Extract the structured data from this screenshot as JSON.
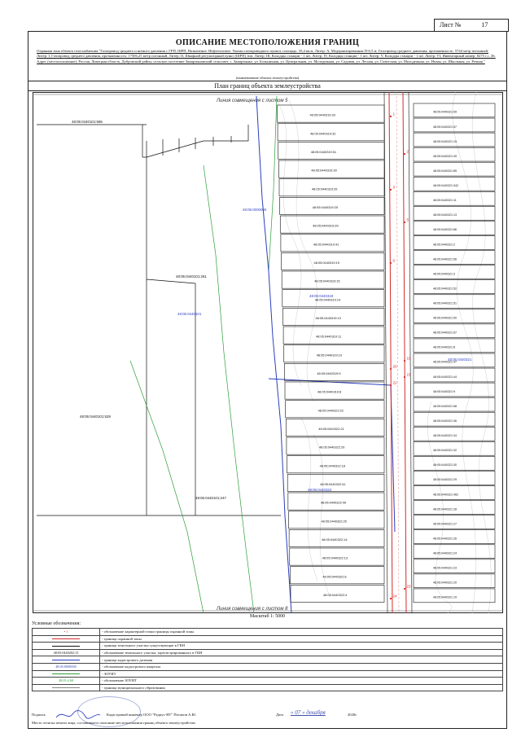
{
  "sheet": {
    "label": "Лист №",
    "number": "17"
  },
  "header": {
    "title": "ОПИСАНИЕ МЕСТОПОЛОЖЕНИЯ ГРАНИЦ",
    "description": "Охранная зона объекта газоснабжения \"Газопровод среднего и низкого давления с ГРП, ШРП, Назначение: Нефтегазовое. Указан газопроводного пункта, площадь: 35,4 кв.м, Литер: А, Модернизированная П-6,5 м; Газопровод среднего давления, протяженность: 5744 метр погонный, Литер: I, Газопровод среднего давления, протяженность: 17506,25 метр погонный, Литер: II, Шкафной регуляторный пункт (ШРП) тип: Литер: III, Колодцы станции - 1 шт. Литер: IV, Колодцы станции - 1 шт. Литер: V, Колодцы станции - 1 шт. Литер: VI, Инвентарный номер: 8275 г.с. 36. Адрес (местоположение): Россия, Липецкая область, Добровский район, сельское поселение Замартыновский сельсовет, с. Замартынье, ул. Больничная, ул. Центральная, ул. Молодежная, ул. Садовая, ул. Лесная, ул. Советская, ул. Молодежная, ул. Новая, ул. Школьная, ул. Речная \"",
    "caption": "(наименование объекта землеустройства)"
  },
  "plan": {
    "title": "План границ объекта землеустройства",
    "top_note": "Линия совмещения с листом 5",
    "bottom_note": "Линия совмещения с листом 8",
    "scale": "Масштаб 1: 5000",
    "parcels_left": [
      {
        "label": "48:05:0440101:596"
      },
      {
        "label": "48:05:0440101:261"
      },
      {
        "label": "48:05:0440101:529"
      },
      {
        "label": "48:05:0440101:247"
      }
    ],
    "quarters": [
      {
        "label": "48:05:0440101"
      },
      {
        "label": "48:05:0440319"
      },
      {
        "label": "48:05:0440322"
      },
      {
        "label": "48:05:0440321"
      },
      {
        "label": "48:05:0000000"
      }
    ],
    "parcels_mid": [
      "48:05:0440319:33",
      "48:05:0440319:32",
      "48:05:0440319:31",
      "48:05:0440319:30",
      "48:05:0440319:26",
      "48:05:0440319:25",
      "48:05:0440319:39",
      "48:05:0440319:41",
      "48:05:0440319:19",
      "48:05:0440319:15",
      "48:05:0440319:14",
      "48:05:0440319:13",
      "48:05:0440319:11",
      "48:05:0440319:10",
      "48:05:0440319:9",
      "48:05:0440319:8",
      "48:05:0440322:22",
      "48:05:0440322:21",
      "48:05:0440322:20",
      "48:05:0440322:18",
      "48:05:0440322:41",
      "48:05:0440322:40",
      "48:05:0440322:25",
      "48:05:0440322:14",
      "48:05:0440322:13",
      "48:05:0440322:8",
      "48:05:0440322:4"
    ],
    "parcels_right": [
      "48:05:0440321:59",
      "48:05:0440321:57",
      "48:05:0440321:15",
      "48:05:0440321:49",
      "48:05:0440321:85",
      "48:05:0440321:342",
      "48:05:0440321:11",
      "48:05:0440321:13",
      "48:05:0440321:86",
      "48:05:0440321:2",
      "48:05:0440321:56",
      "48:05:0440321:3",
      "48:05:0440321:52",
      "48:05:0440321:51",
      "48:05:0440321:50",
      "48:05:0440321:67",
      "48:05:0440321:8",
      "48:05:0440321:47",
      "48:05:0440321:44",
      "48:05:0440321:9",
      "48:05:0440321:58",
      "48:05:0440321:36",
      "48:05:0440321:34",
      "48:05:0440321:32",
      "48:05:0440321:30",
      "48:05:0440321:29",
      "48:05:0440321:462",
      "48:05:0440321:28",
      "48:05:0440321:27",
      "48:05:0440321:26",
      "48:05:0440321:24",
      "48:05:0440321:23",
      "48:05:0440321:20",
      "48:05:0440321:19"
    ],
    "points": [
      "1",
      "2",
      "3",
      "5",
      "6",
      "19",
      "20",
      "21",
      "22",
      "23",
      "24"
    ]
  },
  "legend": {
    "heading": "Условные обозначения:",
    "rows": [
      {
        "symbol_text": "• 1",
        "text": "- обозначение характерной точки границы охранной зоны",
        "color": "#d62a2a",
        "kind": "dot"
      },
      {
        "symbol_text": "",
        "text": "- граница охранной зоны",
        "color": "#d62a2a",
        "kind": "line"
      },
      {
        "symbol_text": "",
        "text": "- граница земельного участка существующие  в ГКН",
        "color": "#111111",
        "kind": "line"
      },
      {
        "symbol_text": "48:05:0440202:13",
        "text": "- обозначение земельного участка, зарегистрированного в ГКН",
        "color": "#111111",
        "kind": "text"
      },
      {
        "symbol_text": "",
        "text": "- граница кадастрового деления",
        "color": "#2b3fbf",
        "kind": "line"
      },
      {
        "symbol_text": "48:05:0000000",
        "text": "- обозначение кадастрового квартала",
        "color": "#2b3fbf",
        "kind": "text"
      },
      {
        "symbol_text": "",
        "text": "- ЗОУИТ",
        "color": "#2e9e3a",
        "kind": "line"
      },
      {
        "symbol_text": "48:05:4.68",
        "text": "- обозначение ЗОУИТ",
        "color": "#2e9e3a",
        "kind": "text"
      },
      {
        "symbol_text": "",
        "text": "- граница муниципального образования",
        "color": "#888888",
        "kind": "line"
      }
    ]
  },
  "signature": {
    "label": "Подпись",
    "who": "Кадастровый инженер ООО \"Радиус-НТ\" Потапов А.Ю.",
    "date_label": "Дата",
    "date_value": "« 07 » декабря",
    "year": "2020г."
  },
  "footer": {
    "place": "Место оттиска печати лица, составившего описание местоположения границ объекта землеустройства"
  },
  "colors": {
    "zone": "#d62a2a",
    "quarter": "#2b3fbf",
    "zouit": "#2e9e3a",
    "parcel": "#111111"
  }
}
